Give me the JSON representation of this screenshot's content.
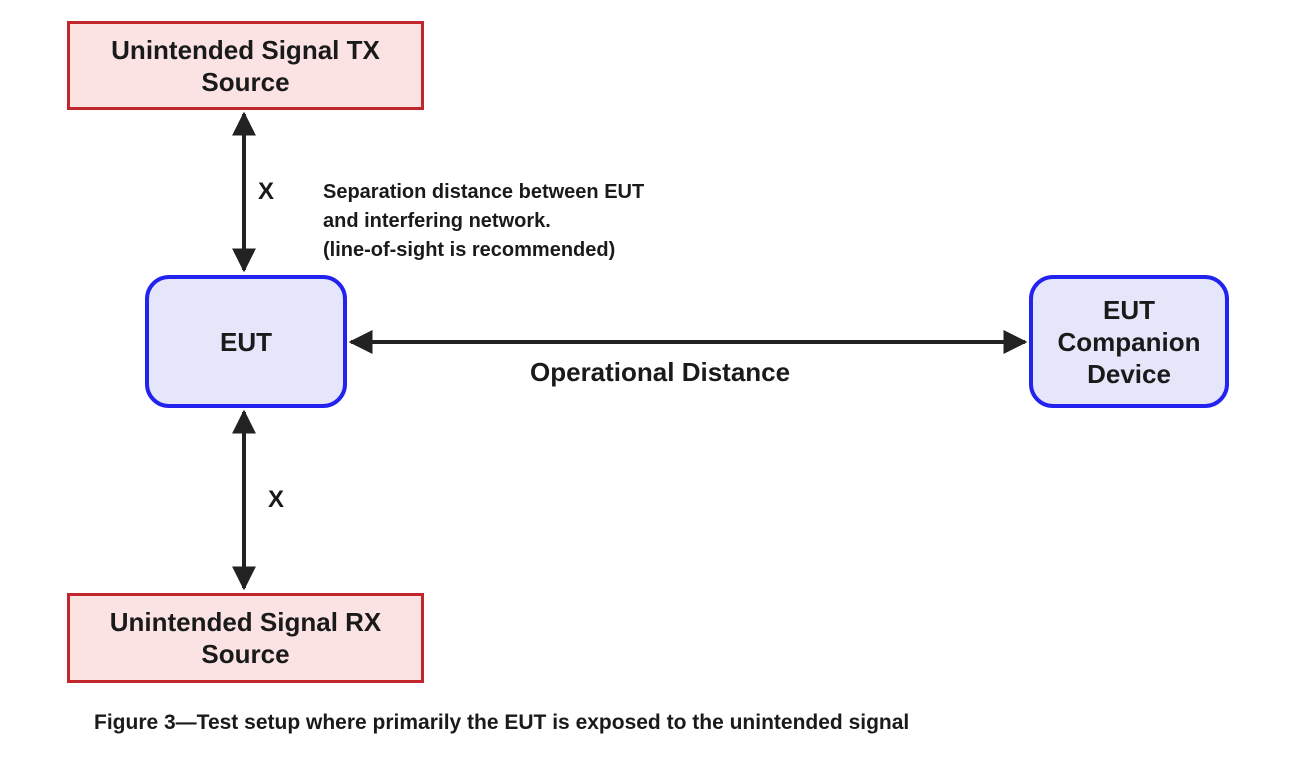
{
  "nodes": {
    "tx_source": {
      "line1": "Unintended Signal TX",
      "line2": "Source"
    },
    "rx_source": {
      "line1": "Unintended Signal RX",
      "line2": "Source"
    },
    "eut": {
      "label": "EUT"
    },
    "companion": {
      "line1": "EUT",
      "line2": "Companion",
      "line3": "Device"
    }
  },
  "edges": {
    "tx_to_eut": {
      "label": "X"
    },
    "eut_to_rx": {
      "label": "X"
    },
    "eut_to_companion": {
      "label": "Operational Distance"
    }
  },
  "annotation": {
    "line1": "Separation distance between EUT",
    "line2": "and interfering network.",
    "line3": "(line-of-sight is recommended)"
  },
  "caption": "Figure 3—Test setup where primarily the EUT is exposed to the unintended signal",
  "colors": {
    "red_border": "#c0262c",
    "red_fill": "#fbe3e3",
    "blue_border": "#2323f0",
    "blue_fill": "#e6e6fb",
    "arrow": "#222222"
  }
}
